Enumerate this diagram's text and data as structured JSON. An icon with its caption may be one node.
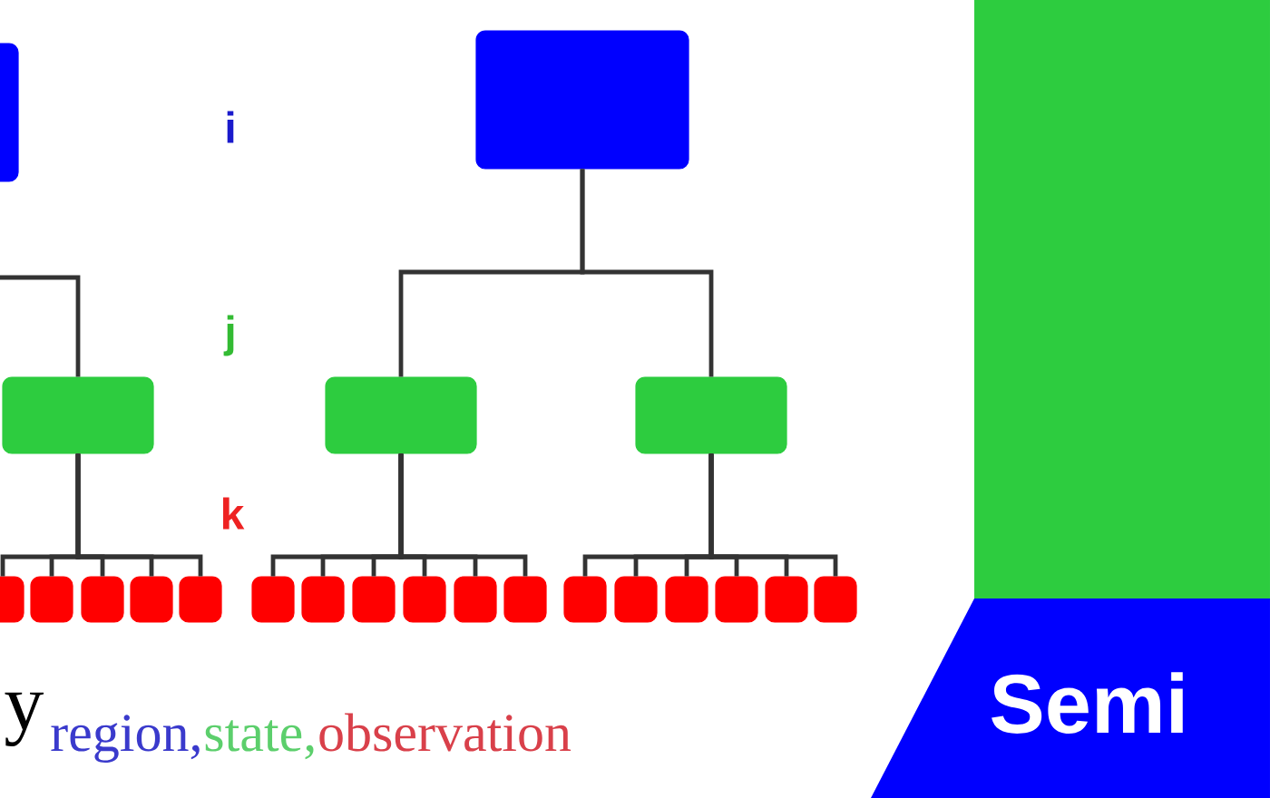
{
  "diagram": {
    "nodes": [
      {
        "text": [],
        "shape": "box"
      },
      {
        "text": [],
        "shape": "box"
      },
      {
        "text": [],
        "shape": "box"
      },
      {
        "text": [],
        "shape": "box"
      },
      {
        "text": [],
        "shape": "box"
      },
      {
        "text": [],
        "shape": "box"
      },
      {
        "text": [],
        "shape": "box"
      },
      {
        "text": [],
        "shape": "box"
      },
      {
        "text": [],
        "shape": "box"
      },
      {
        "text": [],
        "shape": "box"
      },
      {
        "text": [],
        "shape": "box"
      },
      {
        "text": [],
        "shape": "box"
      },
      {
        "text": [],
        "shape": "box"
      },
      {
        "text": [],
        "shape": "box"
      },
      {
        "text": [],
        "shape": "box"
      },
      {
        "text": [],
        "shape": "box"
      },
      {
        "text": [],
        "shape": "box"
      },
      {
        "text": [],
        "shape": "box"
      },
      {
        "text": [],
        "shape": "box"
      },
      {
        "text": [],
        "shape": "box"
      },
      {
        "text": [],
        "shape": "box"
      },
      {
        "text": [],
        "shape": "box"
      }
    ],
    "edges": [
      {
        "from": null,
        "to": 2,
        "arrow": "none"
      },
      {
        "from": 1,
        "to": 3,
        "arrow": "none"
      },
      {
        "from": 1,
        "to": 4,
        "arrow": "none"
      },
      {
        "from": 2,
        "to": 5,
        "arrow": "none"
      },
      {
        "from": 2,
        "to": 6,
        "arrow": "none"
      },
      {
        "from": 2,
        "to": 7,
        "arrow": "none"
      },
      {
        "from": 2,
        "to": 8,
        "arrow": "none"
      },
      {
        "from": 2,
        "to": 9,
        "arrow": "none"
      },
      {
        "from": 3,
        "to": 10,
        "arrow": "none"
      },
      {
        "from": 3,
        "to": 11,
        "arrow": "none"
      },
      {
        "from": 3,
        "to": 12,
        "arrow": "none"
      },
      {
        "from": 3,
        "to": 13,
        "arrow": "none"
      },
      {
        "from": 3,
        "to": 14,
        "arrow": "none"
      },
      {
        "from": 3,
        "to": 15,
        "arrow": "none"
      },
      {
        "from": 4,
        "to": 16,
        "arrow": "none"
      },
      {
        "from": 4,
        "to": 17,
        "arrow": "none"
      },
      {
        "from": 4,
        "to": 18,
        "arrow": "none"
      },
      {
        "from": 4,
        "to": 19,
        "arrow": "none"
      },
      {
        "from": 4,
        "to": 20,
        "arrow": "none"
      },
      {
        "from": 4,
        "to": 21,
        "arrow": "none"
      }
    ],
    "labels": [
      "i",
      "j",
      "k",
      "y",
      "region,",
      "state,",
      "observation",
      "Semi"
    ]
  }
}
